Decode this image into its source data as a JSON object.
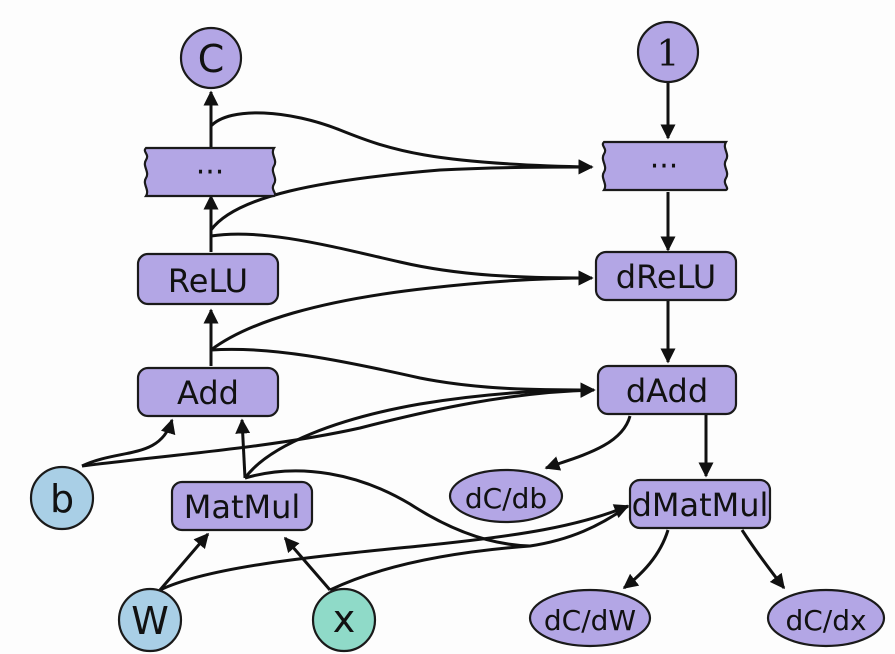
{
  "colors": {
    "op_fill": "#b3a6e5",
    "input_purple": "#b3a6e5",
    "input_blue": "#a9cfe6",
    "input_teal": "#8fdac8",
    "edge": "#111111"
  },
  "forward": {
    "output_c": "C",
    "ellipsis": "···",
    "relu": "ReLU",
    "add": "Add",
    "matmul": "MatMul"
  },
  "inputs": {
    "b": "b",
    "w": "W",
    "x": "x"
  },
  "backward": {
    "seed_one": "1",
    "ellipsis": "···",
    "drelu": "dReLU",
    "dadd": "dAdd",
    "dc_db": "dC/db",
    "dmatmul": "dMatMul",
    "dc_dw": "dC/dW",
    "dc_dx": "dC/dx"
  }
}
